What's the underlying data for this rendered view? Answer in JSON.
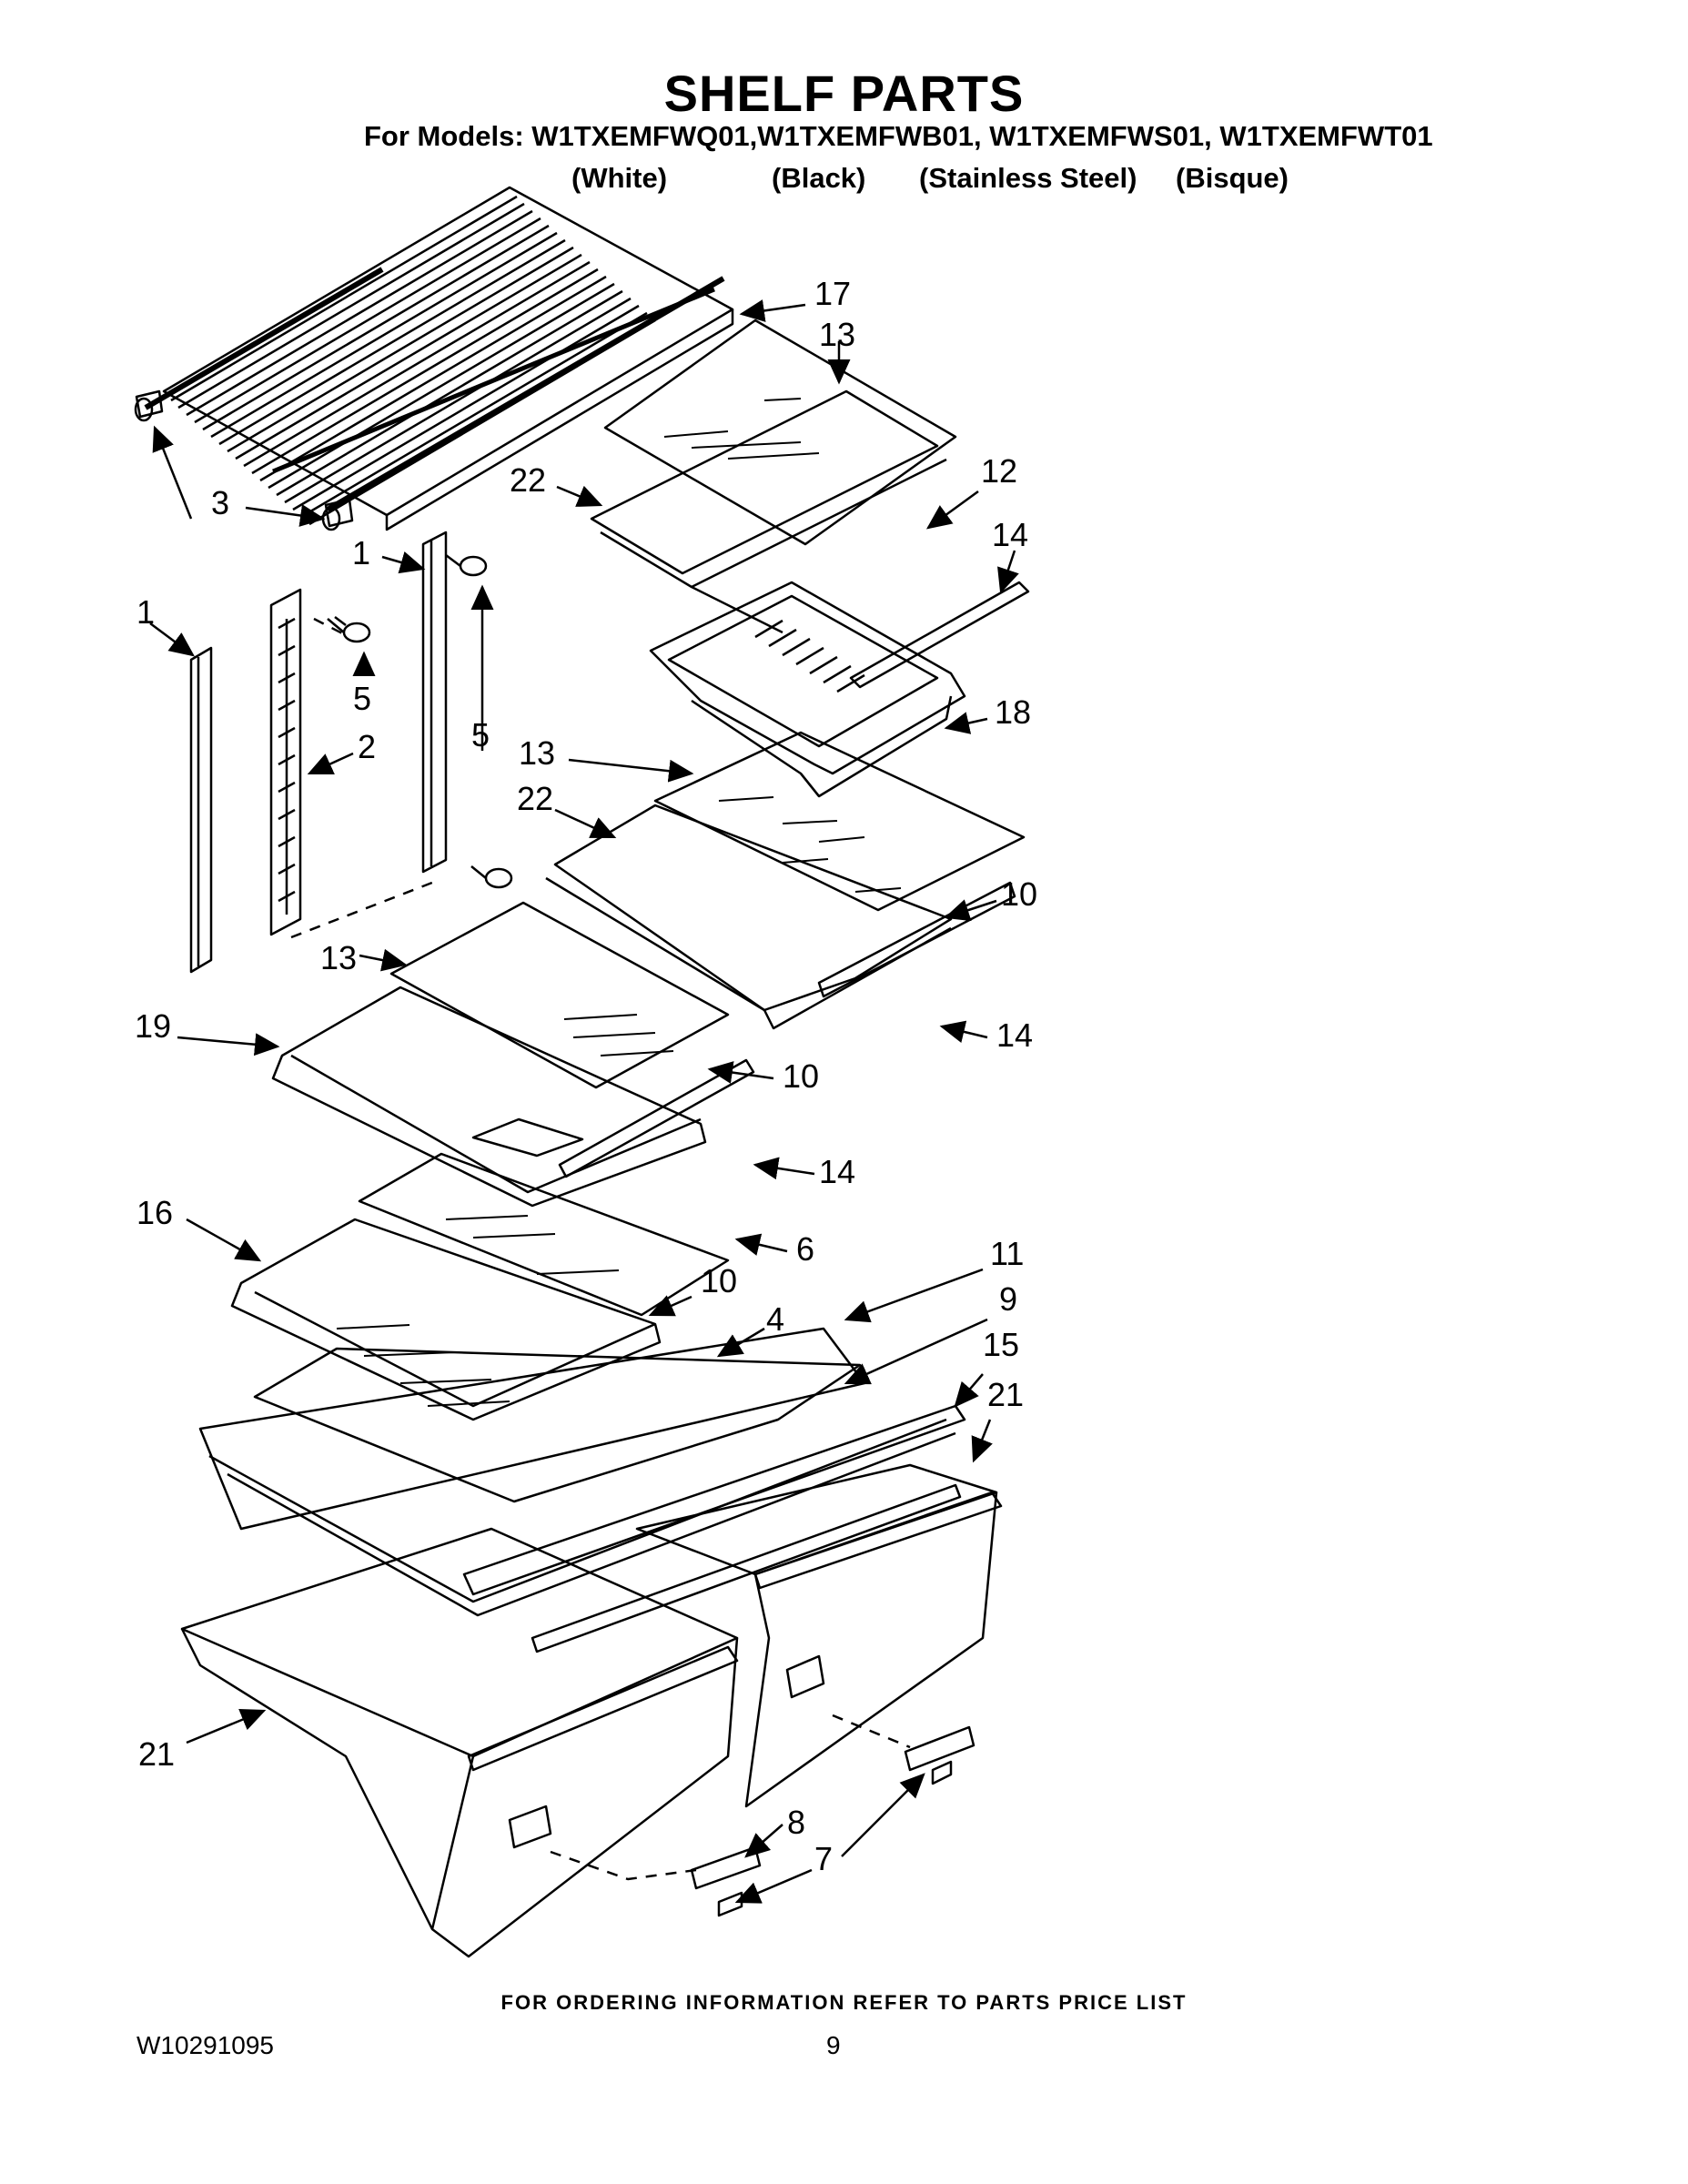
{
  "header": {
    "title": "SHELF PARTS",
    "models_line": "For Models: W1TXEMFWQ01,W1TXEMFWB01, W1TXEMFWS01, W1TXEMFWT01",
    "colors": [
      "(White)",
      "(Black)",
      "(Stainless Steel)",
      "(Bisque)"
    ]
  },
  "callouts": [
    {
      "id": "c17",
      "text": "17"
    },
    {
      "id": "c13a",
      "text": "13"
    },
    {
      "id": "c3",
      "text": "3"
    },
    {
      "id": "c22a",
      "text": "22"
    },
    {
      "id": "c12",
      "text": "12"
    },
    {
      "id": "c14a",
      "text": "14"
    },
    {
      "id": "c1a",
      "text": "1"
    },
    {
      "id": "c1b",
      "text": "1"
    },
    {
      "id": "c5a",
      "text": "5"
    },
    {
      "id": "c2",
      "text": "2"
    },
    {
      "id": "c5b",
      "text": "5"
    },
    {
      "id": "c18",
      "text": "18"
    },
    {
      "id": "c13b",
      "text": "13"
    },
    {
      "id": "c22b",
      "text": "22"
    },
    {
      "id": "c10a",
      "text": "10"
    },
    {
      "id": "c13c",
      "text": "13"
    },
    {
      "id": "c19",
      "text": "19"
    },
    {
      "id": "c14b",
      "text": "14"
    },
    {
      "id": "c10b",
      "text": "10"
    },
    {
      "id": "c14c",
      "text": "14"
    },
    {
      "id": "c16",
      "text": "16"
    },
    {
      "id": "c6",
      "text": "6"
    },
    {
      "id": "c11",
      "text": "11"
    },
    {
      "id": "c10c",
      "text": "10"
    },
    {
      "id": "c9",
      "text": "9"
    },
    {
      "id": "c4",
      "text": "4"
    },
    {
      "id": "c15",
      "text": "15"
    },
    {
      "id": "c21a",
      "text": "21"
    },
    {
      "id": "c21b",
      "text": "21"
    },
    {
      "id": "c8",
      "text": "8"
    },
    {
      "id": "c7",
      "text": "7"
    }
  ],
  "footer": {
    "ordering_note": "FOR ORDERING INFORMATION REFER TO PARTS PRICE LIST",
    "doc_number": "W10291095",
    "page_number": "9"
  }
}
